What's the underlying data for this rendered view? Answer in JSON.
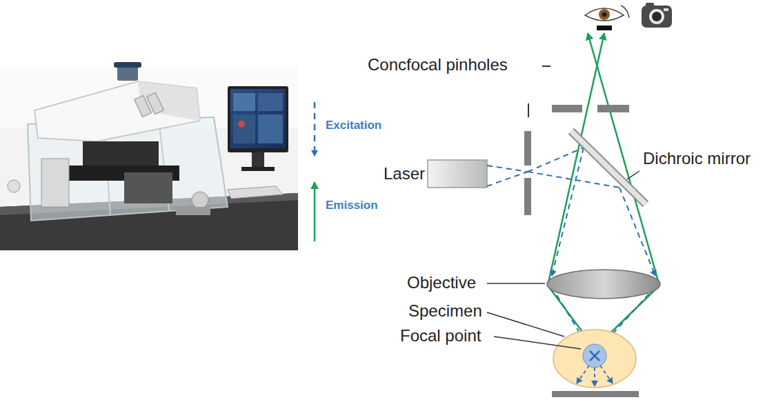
{
  "diagram": {
    "labels": [
      "Concfocal pinholes",
      "Excitation",
      "Emission",
      "Laser",
      "Dichroic mirror",
      "Objective",
      "Specimen",
      "Focal point"
    ]
  }
}
